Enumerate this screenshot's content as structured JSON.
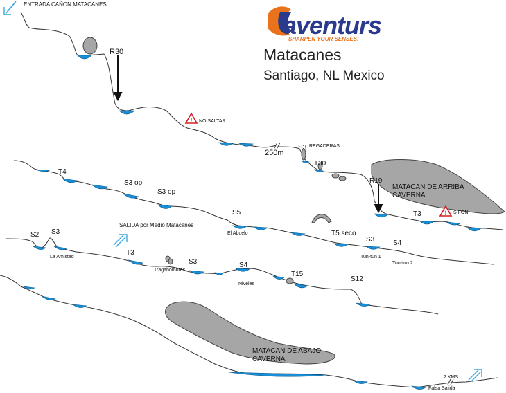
{
  "header": {
    "entrance_label": "ENTRADA CAÑON MATACANES",
    "logo_name": "aventurs",
    "logo_tagline": "SHARPEN YOUR SENSES!",
    "title": "Matacanes",
    "subtitle": "Santiago, NL Mexico"
  },
  "labels": {
    "r30": "R30",
    "no_saltar": "NO SALTAR",
    "dist_250m": "250m",
    "s3_top": "S3",
    "regaderas": "REGADERAS",
    "t30": "T30",
    "t4": "T4",
    "s3op_1": "S3 op",
    "s3op_2": "S3 op",
    "r19": "R19",
    "matacan_arriba": "MATACAN DE ARRIBA",
    "caverna_arriba": "CAVERNA",
    "s5": "S5",
    "el_abuelo": "El Abuelo",
    "t3_right": "T3",
    "sifon": "SIFON",
    "salida_medio": "SALIDA por Medio Matacanes",
    "s2": "S2",
    "s3_left": "S3",
    "la_amistad": "La Amistad",
    "t5_seco": "T5 seco",
    "s3_mid": "S3",
    "tun_tun_1": "Tun-tun 1",
    "s4_right": "S4",
    "tun_tun_2": "Tun-tun 2",
    "t3_mid": "T3",
    "tragahombres": "Tragahombres",
    "s3_row4": "S3",
    "s4_row4": "S4",
    "niveles": "Niveles",
    "t15": "T15",
    "s12": "S12",
    "matacan_abajo": "MATACAN DE ABAJO",
    "caverna_abajo": "CAVERNA",
    "two_kms": "2 KMS",
    "falsa_salida": "Falsa Salida"
  },
  "colors": {
    "water": "#1a8fd6",
    "cave": "#a6a6a6",
    "logo_blue": "#2a3a8c",
    "logo_orange": "#e8731c",
    "warning": "#d42020"
  },
  "icons": [
    "entrance-arrow-icon",
    "exit-arrow-icon",
    "warning-icon",
    "rappel-arrow-icon",
    "boulder-icon"
  ]
}
